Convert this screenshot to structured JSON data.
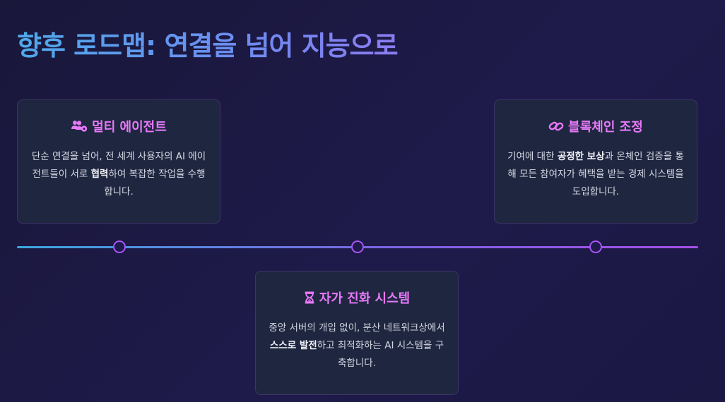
{
  "title": "향후 로드맵: 연결을 넘어 지능으로",
  "cards": [
    {
      "icon": "users-cog-icon",
      "title": "멀티 에이전트",
      "body_before": "단순 연결을 넘어, 전 세계 사용자의 AI 에이전트들이 서로 ",
      "body_bold": "협력",
      "body_after": "하여 복잡한 작업을 수행합니다."
    },
    {
      "icon": "hourglass-icon",
      "title": "자가 진화 시스템",
      "body_before": "중앙 서버의 개입 없이, 분산 네트워크상에서 ",
      "body_bold": "스스로 발전",
      "body_after": "하고 최적화하는 AI 시스템을 구축합니다."
    },
    {
      "icon": "link-icon",
      "title": "블록체인 조정",
      "body_before": "기여에 대한 ",
      "body_bold": "공정한 보상",
      "body_after": "과 온체인 검증을 통해 모든 참여자가 혜택을 받는 경제 시스템을 도입합니다."
    }
  ],
  "colors": {
    "accent": "#e879f9",
    "timeline_start": "#3ca8e0",
    "timeline_end": "#a64fe8",
    "card_bg": "#1f2740",
    "title_gradient_start": "#4fa9ea",
    "title_gradient_end": "#8b7cf0"
  }
}
